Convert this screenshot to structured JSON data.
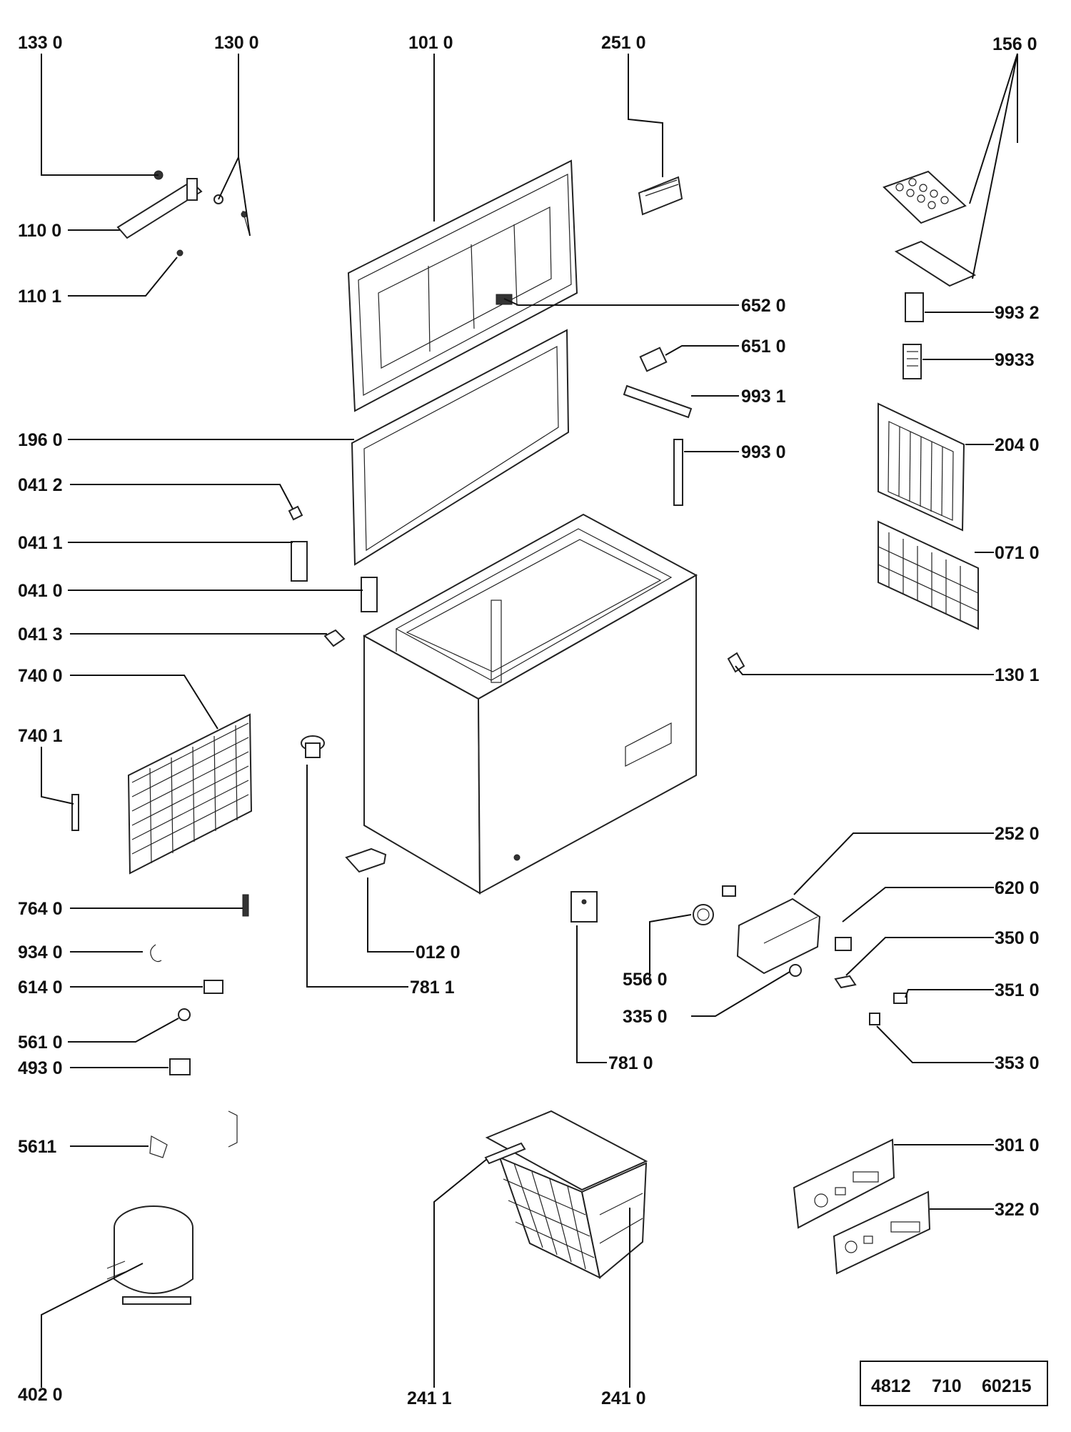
{
  "labels": {
    "p1330": "133 0",
    "p1300": "130 0",
    "p1010": "101 0",
    "p2510": "251 0",
    "p1560": "156 0",
    "p1100": "110 0",
    "p1101": "110 1",
    "p6520": "652 0",
    "p6510": "651 0",
    "p9932": "993 2",
    "p9933": "9933",
    "p9931": "993 1",
    "p1960": "196 0",
    "p9930": "993 0",
    "p2040": "204 0",
    "p0412": "041 2",
    "p0411": "041 1",
    "p0710": "071 0",
    "p0410": "041 0",
    "p0413": "041 3",
    "p7400": "740 0",
    "p1301": "130 1",
    "p7401": "740 1",
    "p2520": "252 0",
    "p6200": "620 0",
    "p7640": "764 0",
    "p3500": "350 0",
    "p0120": "012 0",
    "p9340": "934 0",
    "p5560": "556 0",
    "p6140": "614 0",
    "p7811": "781 1",
    "p3510": "351 0",
    "p3350": "335 0",
    "p5610": "561 0",
    "p4930": "493 0",
    "p3530": "353 0",
    "p7810": "781 0",
    "p5611": "5611",
    "p3010": "301 0",
    "p3220": "322 0",
    "p4020": "402 0",
    "p2411": "241 1",
    "p2410": "241 0"
  },
  "doc_number": {
    "part1": "4812",
    "part2": "710",
    "part3": "60215"
  }
}
